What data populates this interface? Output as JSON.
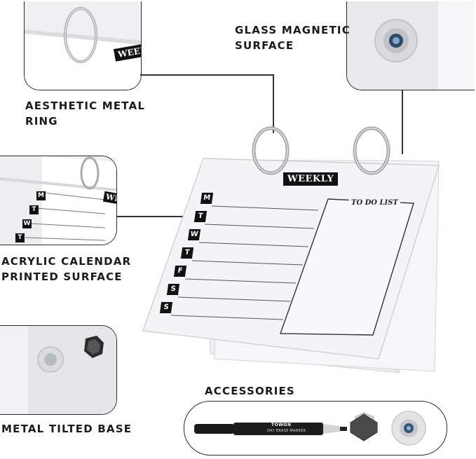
{
  "labels": {
    "ring": [
      "AESTHETIC METAL",
      "RING"
    ],
    "glass": [
      "GLASS MAGNETIC",
      "SURFACE"
    ],
    "acrylic": [
      "ACRYLIC CALENDAR",
      "PRINTED SURFACE"
    ],
    "base": "METAL TILTED BASE",
    "accessories": "ACCESSORIES"
  },
  "board": {
    "title": "WEEKLY",
    "todo": "TO DO LIST",
    "days": [
      "M",
      "T",
      "W",
      "T",
      "F",
      "S",
      "S"
    ]
  },
  "inset_ring": {
    "title": "WEEKLY"
  },
  "inset_acrylic": {
    "title": "WE",
    "days": [
      "M",
      "T",
      "W",
      "T"
    ]
  },
  "marker": {
    "brand": "TOWON",
    "text": "DRY ERASE MARKER"
  },
  "colors": {
    "outline": "#2a2a2a",
    "ink": "#1a1a1a",
    "board": "#f4f4f6"
  }
}
